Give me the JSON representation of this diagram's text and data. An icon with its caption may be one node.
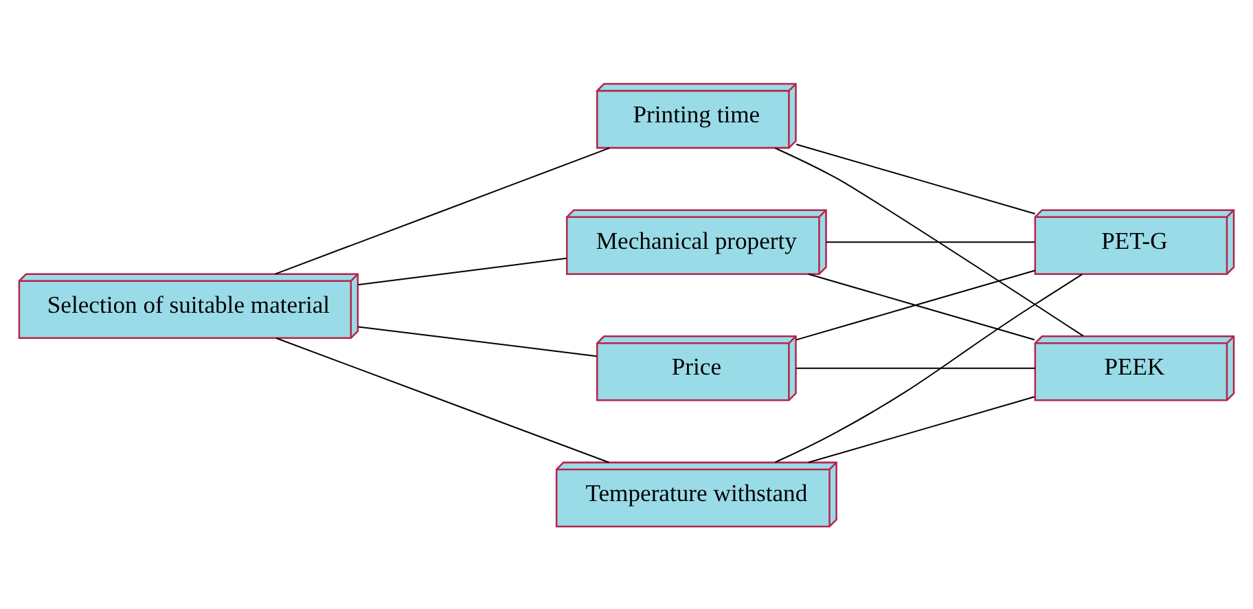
{
  "diagram": {
    "nodes": [
      {
        "text": [
          "Selection of suitable material"
        ]
      },
      {
        "text": [
          "Price"
        ]
      },
      {
        "text": [
          "Temperature withstand"
        ]
      },
      {
        "text": [
          "Printing time"
        ]
      },
      {
        "text": [
          "Mechanical property"
        ]
      },
      {
        "text": [
          "PET-G"
        ]
      },
      {
        "text": [
          "PEEK"
        ]
      }
    ],
    "edges": [
      {
        "from": 0,
        "to": 1,
        "arrow": "none"
      },
      {
        "from": 0,
        "to": 2,
        "arrow": "none"
      },
      {
        "from": 0,
        "to": 3,
        "arrow": "none"
      },
      {
        "from": 0,
        "to": 4,
        "arrow": "none"
      },
      {
        "from": 1,
        "to": 5,
        "arrow": "none"
      },
      {
        "from": 1,
        "to": 6,
        "arrow": "none"
      },
      {
        "from": 2,
        "to": 5,
        "arrow": "none"
      },
      {
        "from": 2,
        "to": 6,
        "arrow": "none"
      },
      {
        "from": 3,
        "to": 5,
        "arrow": "none"
      },
      {
        "from": 3,
        "to": 6,
        "arrow": "none"
      },
      {
        "from": 4,
        "to": 5,
        "arrow": "none"
      },
      {
        "from": 4,
        "to": 6,
        "arrow": "none"
      }
    ]
  }
}
